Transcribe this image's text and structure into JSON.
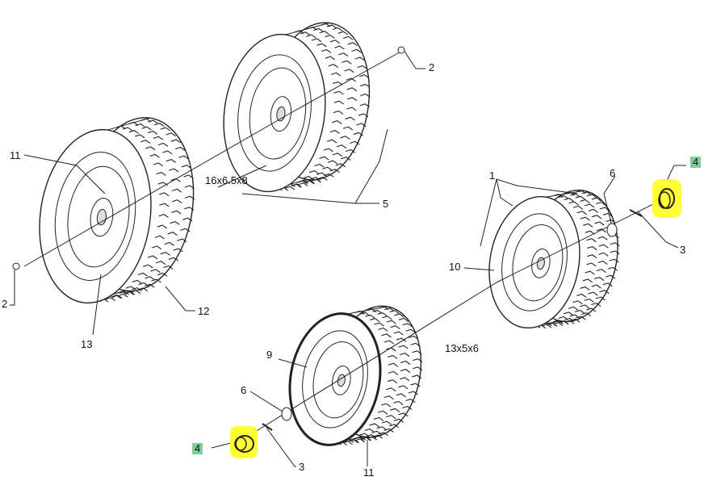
{
  "colors": {
    "highlight_part": "#ffff33",
    "callout_badge": "#7fcf9a",
    "line": "#222222"
  },
  "labels": {
    "rear_hub_cap_left_ref": "11",
    "rear_bolt_right_ref": "2",
    "rear_tire_size": "16x6.5x8",
    "rear_valve_ref": "5",
    "rear_bolt_left_ref": "2",
    "rear_tire_ref": "12",
    "rear_rim_ref": "13",
    "front_tire_assembly_ref": "1",
    "front_washer_right_ref": "6",
    "front_cap_right_ref": "4",
    "front_pin_right_ref": "3",
    "front_bearing_ref": "10",
    "front_rim_ref": "9",
    "front_tire_size": "13x5x6",
    "front_washer_left_ref": "6",
    "front_cap_left_ref": "4",
    "front_pin_left_ref": "3",
    "front_hub_ref": "11"
  }
}
